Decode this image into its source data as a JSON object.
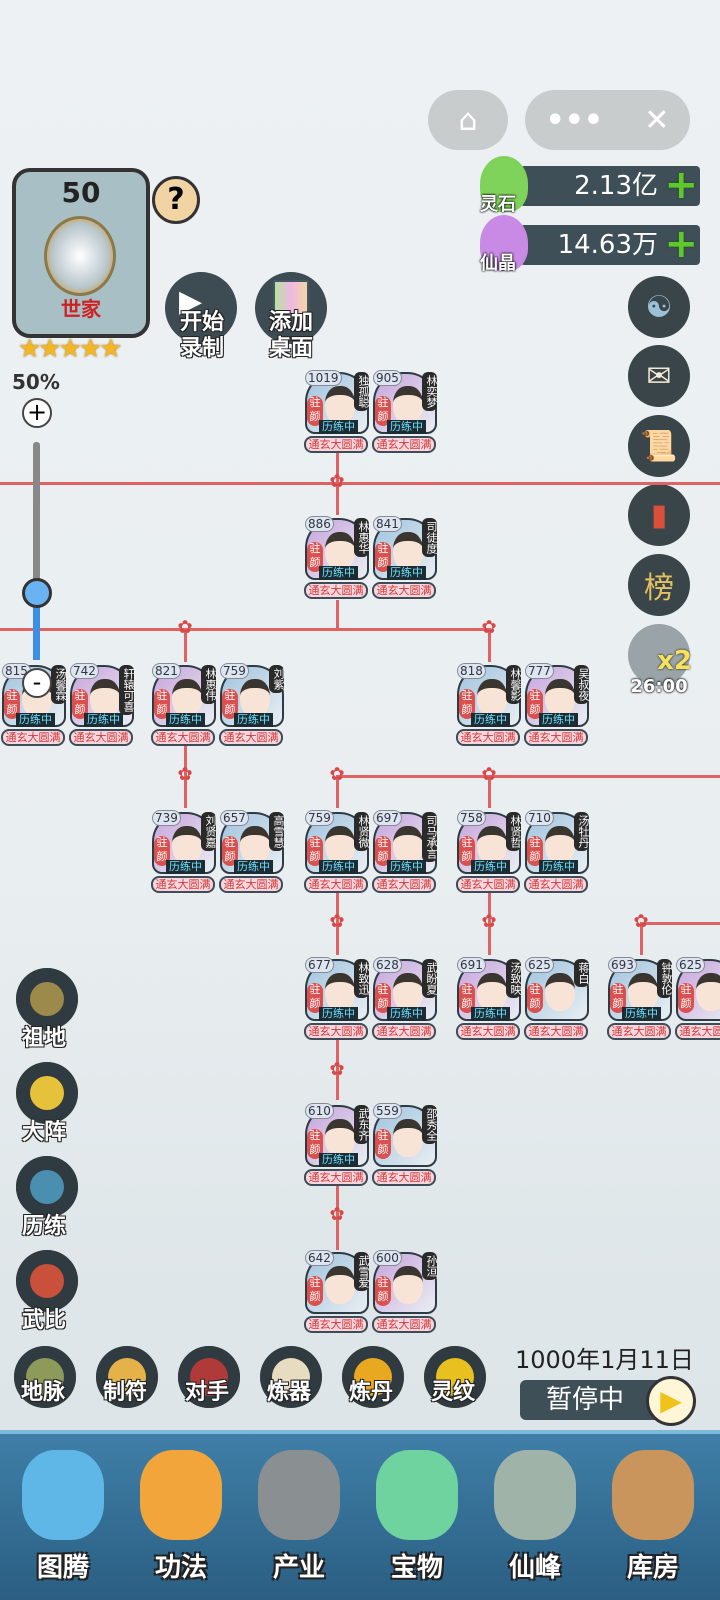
{
  "capsule": {
    "home_icon": "home-icon",
    "more_icon": "more-icon",
    "close_icon": "close-icon"
  },
  "clan": {
    "level": "50",
    "rank": "世家",
    "stars": 5,
    "stars_text": "★★★★★",
    "help": "?"
  },
  "quick_actions": [
    {
      "label": "开始录制",
      "icon": "video-icon"
    },
    {
      "label": "添加桌面",
      "icon": "desktop-icon"
    }
  ],
  "resources": [
    {
      "label": "灵石",
      "value": "2.13亿",
      "color": "#6fcf4a"
    },
    {
      "label": "仙晶",
      "value": "14.63万",
      "color": "#c68be0"
    }
  ],
  "side_icons": [
    "settings-icon",
    "letters-icon",
    "scroll-icon",
    "book-icon",
    "ranking-icon"
  ],
  "speed": {
    "multiplier": "x2",
    "timer": "26:00"
  },
  "zoom": {
    "label": "50%",
    "plus": "+",
    "minus": "-",
    "level": 0.5
  },
  "tree": {
    "status": "历练中",
    "realm": "通玄大圆满",
    "seal": "驻颜",
    "pairs": [
      [
        {
          "score": "1019",
          "name": "独孤聪",
          "training": true
        },
        {
          "score": "905",
          "name": "林奕梦",
          "training": true
        }
      ],
      [
        {
          "score": "886",
          "name": "林惠华",
          "training": true
        },
        {
          "score": "841",
          "name": "司徒度",
          "training": true
        }
      ],
      [
        {
          "score": "815",
          "name": "汤馨霖",
          "training": true
        },
        {
          "score": "742",
          "name": "轩辕可喜",
          "training": true
        }
      ],
      [
        {
          "score": "821",
          "name": "林惠伟",
          "training": true
        },
        {
          "score": "759",
          "name": "刘紫",
          "training": true
        }
      ],
      [
        {
          "score": "818",
          "name": "林馨影",
          "training": true
        },
        {
          "score": "777",
          "name": "吴叔夜",
          "training": true
        }
      ],
      [
        {
          "score": "739",
          "name": "刘贤嘉",
          "training": true
        },
        {
          "score": "657",
          "name": "高雪慧",
          "training": true
        }
      ],
      [
        {
          "score": "759",
          "name": "林贤微",
          "training": true
        },
        {
          "score": "697",
          "name": "司马承言",
          "training": true
        }
      ],
      [
        {
          "score": "758",
          "name": "林贤哲",
          "training": true
        },
        {
          "score": "710",
          "name": "汤牡丹",
          "training": true
        }
      ],
      [
        {
          "score": "677",
          "name": "林致迅",
          "training": true
        },
        {
          "score": "628",
          "name": "武盼夏",
          "training": true
        }
      ],
      [
        {
          "score": "691",
          "name": "汤致映",
          "training": true
        },
        {
          "score": "625",
          "name": "蒋白",
          "training": false
        }
      ],
      [
        {
          "score": "693",
          "name": "钟敦伦",
          "training": true
        },
        {
          "score": "625",
          "name": "",
          "training": false
        }
      ],
      [
        {
          "score": "610",
          "name": "武东齐",
          "training": true
        },
        {
          "score": "559",
          "name": "邵秀全",
          "training": false
        }
      ],
      [
        {
          "score": "642",
          "name": "武雪爱",
          "training": false
        },
        {
          "score": "600",
          "name": "孙洹",
          "training": false
        }
      ]
    ]
  },
  "left_menu": [
    {
      "label": "祖地"
    },
    {
      "label": "大阵"
    },
    {
      "label": "历练"
    },
    {
      "label": "武比"
    }
  ],
  "func_row": [
    {
      "label": "地脉"
    },
    {
      "label": "制符"
    },
    {
      "label": "对手"
    },
    {
      "label": "炼器"
    },
    {
      "label": "炼丹"
    },
    {
      "label": "灵纹"
    }
  ],
  "game_date": "1000年1月11日",
  "pause": {
    "label": "暂停中"
  },
  "bottom_nav": [
    {
      "label": "图腾",
      "color": "#5fb7e8"
    },
    {
      "label": "功法",
      "color": "#f2a53a"
    },
    {
      "label": "产业",
      "color": "#8a8f92"
    },
    {
      "label": "宝物",
      "color": "#6fd3a0"
    },
    {
      "label": "仙峰",
      "color": "#9fb3a8"
    },
    {
      "label": "库房",
      "color": "#c9955c"
    }
  ]
}
